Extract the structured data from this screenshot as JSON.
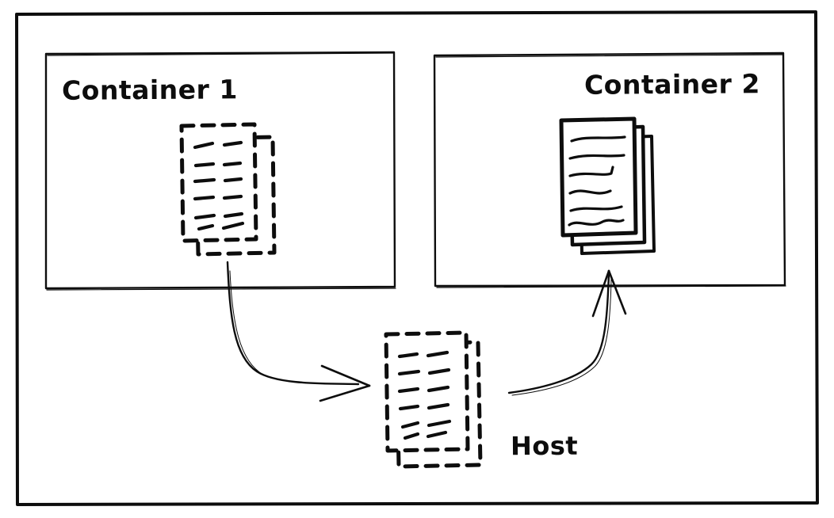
{
  "diagram": {
    "background_color": "#ffffff",
    "stroke_color": "#0d0d0d",
    "style": "hand-drawn-sketch",
    "containers": [
      {
        "id": "container-1",
        "label": "Container 1",
        "contents_icon": "dashed-document-stack-icon"
      },
      {
        "id": "container-2",
        "label": "Container 2",
        "contents_icon": "solid-document-stack-icon"
      }
    ],
    "host": {
      "id": "host",
      "label": "Host",
      "contents_icon": "dashed-document-stack-icon"
    },
    "edges": [
      {
        "from": "container-1-files",
        "to": "host-files",
        "type": "curved-arrow"
      },
      {
        "from": "host-files",
        "to": "container-2-files",
        "type": "curved-arrow"
      }
    ]
  }
}
